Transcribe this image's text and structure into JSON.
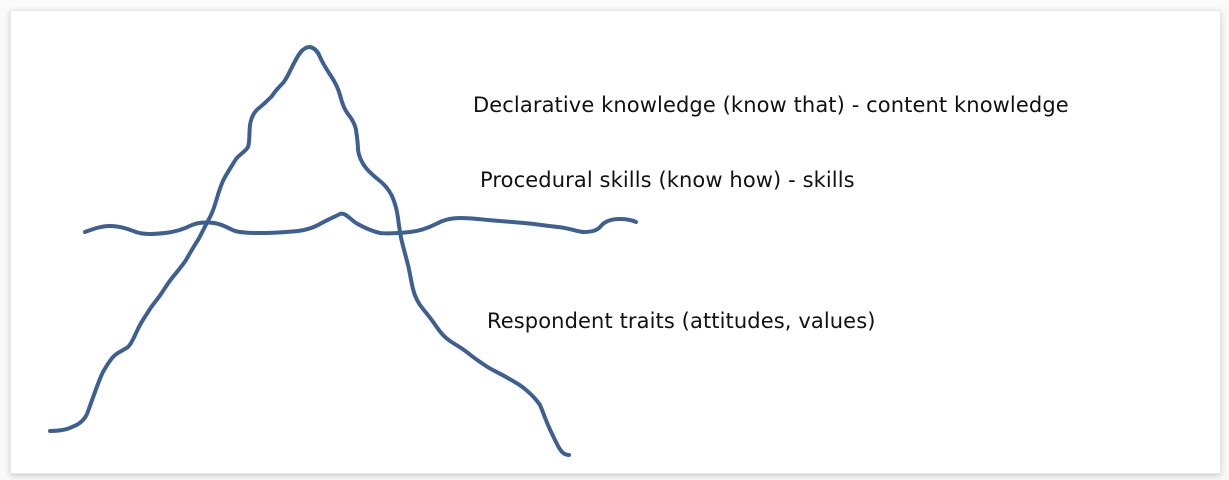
{
  "diagram": {
    "line_color": "#3d5f92",
    "labels": {
      "declarative": "Declarative knowledge (know that) - content knowledge",
      "procedural": "Procedural skills (know how) - skills",
      "respondent": "Respondent traits (attitudes, values)"
    }
  }
}
